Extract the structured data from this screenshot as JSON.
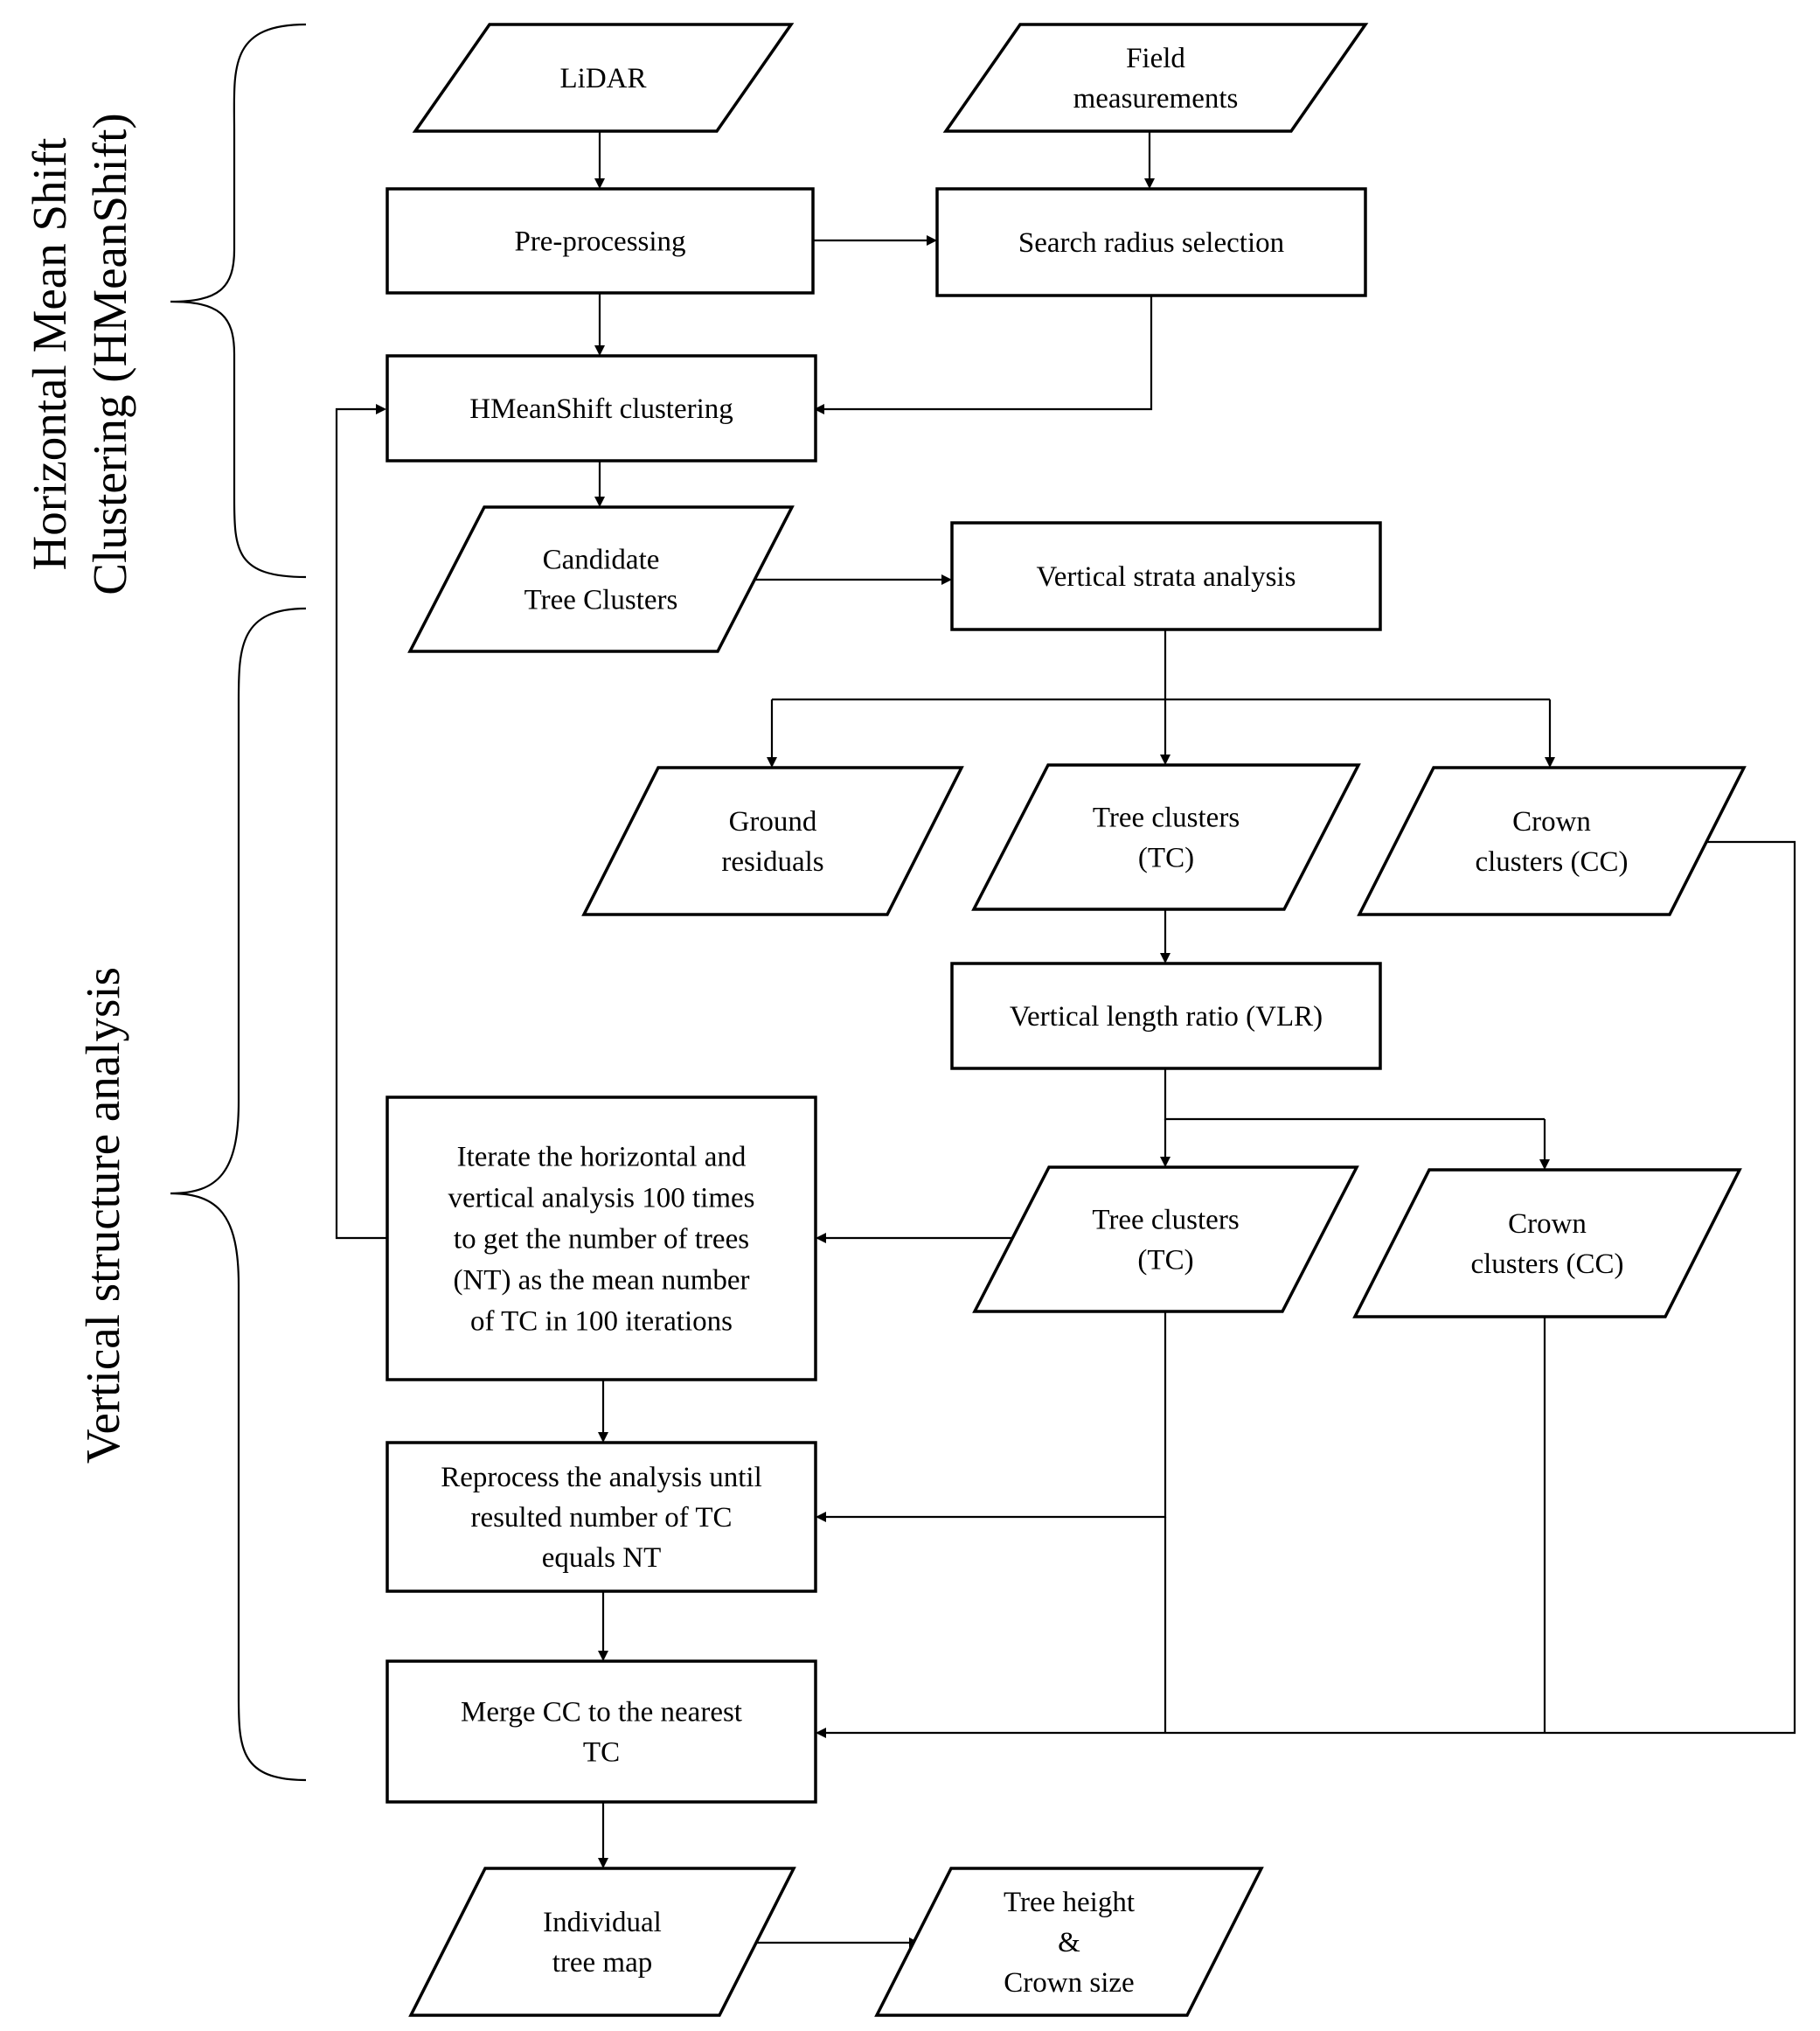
{
  "side_labels": {
    "hmeanshift_line1": "Horizontal Mean Shift",
    "hmeanshift_line2": "Clustering (HMeanShift)",
    "vertical": "Vertical structure analysis"
  },
  "nodes": {
    "lidar": [
      "LiDAR"
    ],
    "field": [
      "Field",
      "measurements"
    ],
    "preprocessing": [
      "Pre-processing"
    ],
    "search_radius": [
      "Search radius selection"
    ],
    "hms_clustering": [
      "HMeanShift clustering"
    ],
    "candidate": [
      "Candidate",
      "Tree Clusters"
    ],
    "vertical_strata": [
      "Vertical strata analysis"
    ],
    "ground": [
      "Ground",
      "residuals"
    ],
    "tree_clusters_1": [
      "Tree clusters",
      "(TC)"
    ],
    "crown_clusters_1": [
      "Crown",
      "clusters (CC)"
    ],
    "vlr": [
      "Vertical length ratio (VLR)"
    ],
    "iterate": [
      "Iterate the horizontal and",
      "vertical analysis 100 times",
      "to get the number of trees",
      "(NT) as the mean number",
      "of TC in 100 iterations"
    ],
    "tree_clusters_2": [
      "Tree clusters",
      "(TC)"
    ],
    "crown_clusters_2": [
      "Crown",
      "clusters (CC)"
    ],
    "reprocess": [
      "Reprocess the analysis until",
      "resulted number of TC",
      "equals NT"
    ],
    "merge": [
      "Merge CC to the nearest",
      "TC"
    ],
    "tree_map": [
      "Individual",
      "tree map"
    ],
    "tree_height": [
      "Tree height",
      "&",
      "Crown size"
    ]
  }
}
